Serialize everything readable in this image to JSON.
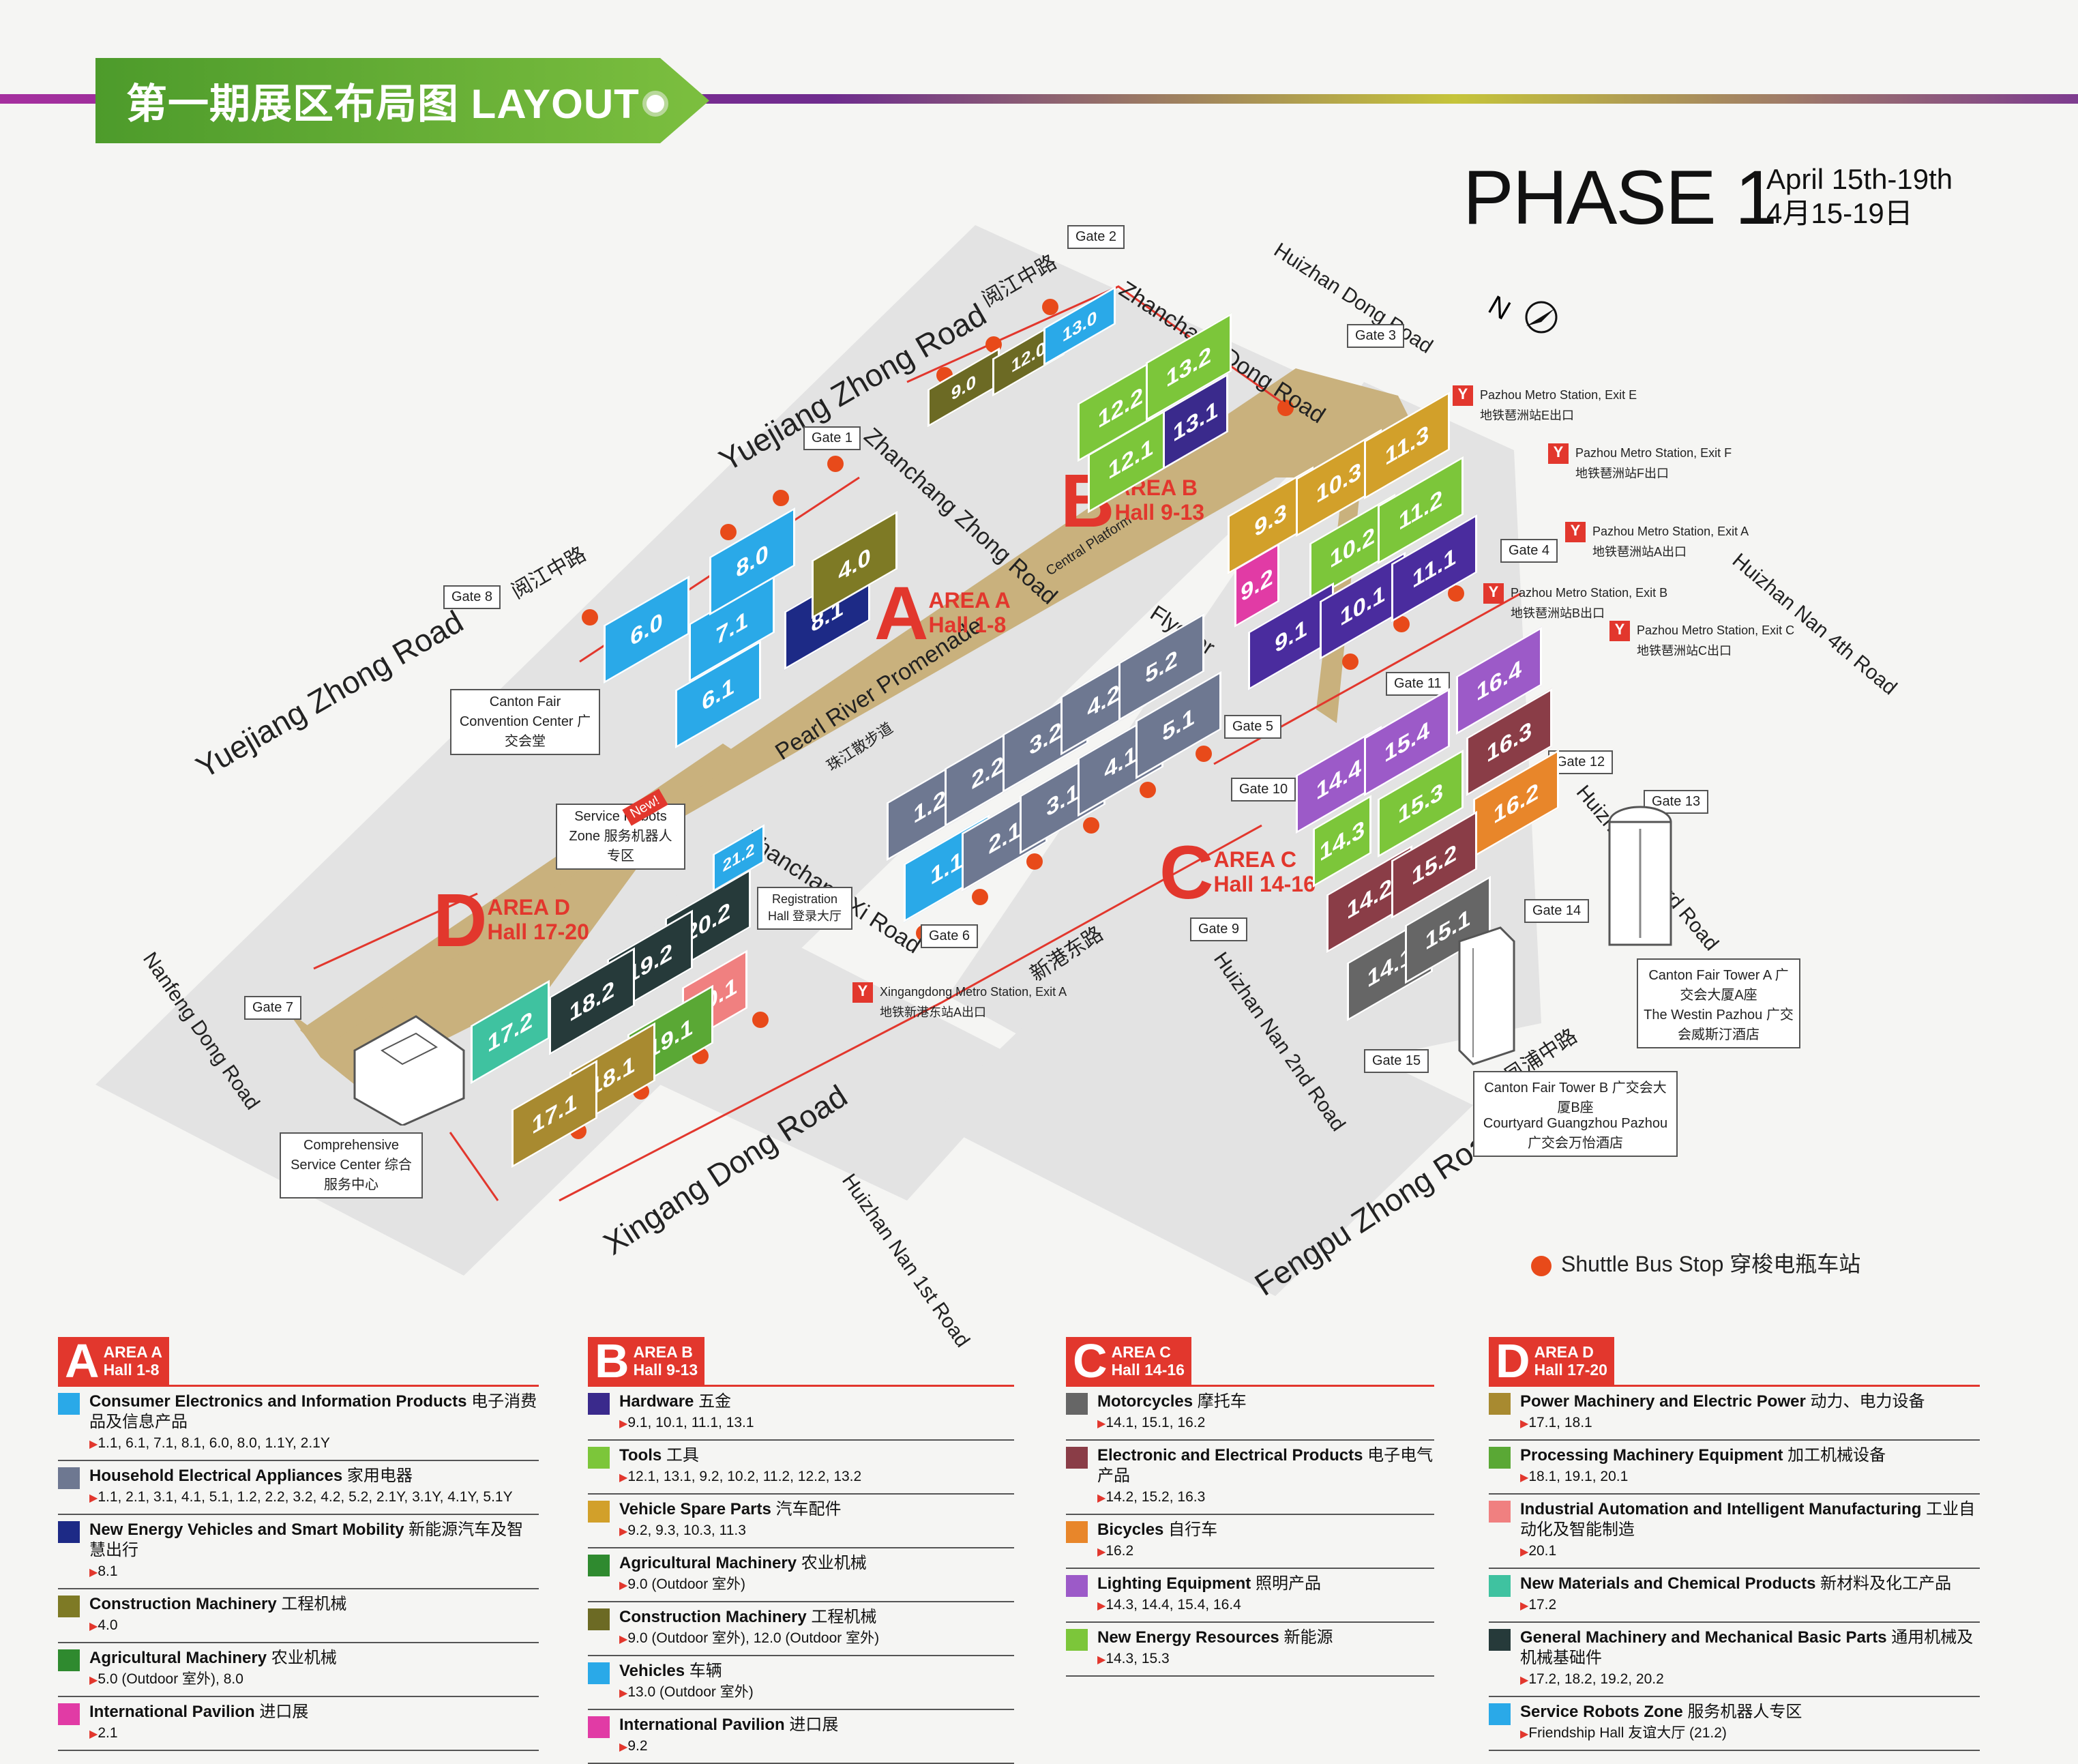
{
  "header": {
    "title": "第一期展区布局图 LAYOUT",
    "phase": "PHASE 1",
    "date_en": "April 15th-19th",
    "date_cn": "4月15-19日"
  },
  "roads": {
    "yuejiang_upper": "Yuejiang Zhong Road",
    "yuejiang_lower": "Yuejiang Zhong Road",
    "yuejiang_cn": "阅江中路",
    "zhanchang_zhong": "Zhanchang Zhong Road",
    "zhanchang_dong": "Zhanchang Dong Road",
    "zhanchang_xi": "Zhanchang Xi Road",
    "huizhan_dong": "Huizhan Dong Road",
    "huizhan_nan4": "Huizhan Nan 4th Road",
    "huizhan_nan3": "Huizhan Nan 3rd Road",
    "huizhan_nan2": "Huizhan Nan 2nd Road",
    "huizhan_nan1": "Huizhan Nan 1st Road",
    "xingang_dong": "Xingang Dong Road",
    "xingang_cn": "新港东路",
    "fengpu_zhong": "Fengpu Zhong Road",
    "fengpu_cn": "凤浦中路",
    "nanfeng_dong": "Nanfeng Dong Road",
    "pearl_river": "Pearl River Promenade",
    "pearl_river_cn": "珠江散步道",
    "flyover": "Flyover",
    "central_platform": "Central Platform"
  },
  "gates": [
    "Gate 1",
    "Gate 2",
    "Gate 3",
    "Gate 4",
    "Gate 5",
    "Gate 6",
    "Gate 7",
    "Gate 8",
    "Gate 9",
    "Gate 10",
    "Gate 11",
    "Gate 12",
    "Gate 13",
    "Gate 14",
    "Gate 15"
  ],
  "areas": {
    "a": {
      "letter": "A",
      "label": "AREA A",
      "halls": "Hall 1-8"
    },
    "b": {
      "letter": "B",
      "label": "AREA B",
      "halls": "Hall 9-13"
    },
    "c": {
      "letter": "C",
      "label": "AREA C",
      "halls": "Hall 14-16"
    },
    "d": {
      "letter": "D",
      "label": "AREA D",
      "halls": "Hall 17-20"
    }
  },
  "halls": [
    {
      "id": "6.0",
      "color": "#2aa9e8"
    },
    {
      "id": "7.1",
      "color": "#2aa9e8"
    },
    {
      "id": "8.1",
      "color": "#1d2a86"
    },
    {
      "id": "6.1",
      "color": "#2aa9e8"
    },
    {
      "id": "8.0",
      "color": "#2aa9e8"
    },
    {
      "id": "4.0",
      "color": "#7e7a25"
    },
    {
      "id": "1.2",
      "color": "#6e7891"
    },
    {
      "id": "2.2",
      "color": "#6e7891"
    },
    {
      "id": "3.2",
      "color": "#6e7891"
    },
    {
      "id": "4.2",
      "color": "#6e7891"
    },
    {
      "id": "5.2",
      "color": "#6e7891"
    },
    {
      "id": "1.1",
      "color": "#2aa9e8"
    },
    {
      "id": "2.1",
      "color": "#6e7891"
    },
    {
      "id": "3.1",
      "color": "#6e7891"
    },
    {
      "id": "4.1",
      "color": "#6e7891"
    },
    {
      "id": "5.1",
      "color": "#6e7891"
    },
    {
      "id": "9.0",
      "color": "#6c6a24"
    },
    {
      "id": "12.0",
      "color": "#6c6a24"
    },
    {
      "id": "13.0",
      "color": "#2aa9e8"
    },
    {
      "id": "12.2",
      "color": "#7cc63a"
    },
    {
      "id": "13.2",
      "color": "#7cc63a"
    },
    {
      "id": "12.1",
      "color": "#7cc63a"
    },
    {
      "id": "13.1",
      "color": "#3a2a8c"
    },
    {
      "id": "9.3",
      "color": "#d2a02a"
    },
    {
      "id": "10.3",
      "color": "#d2a02a"
    },
    {
      "id": "11.3",
      "color": "#d2a02a"
    },
    {
      "id": "9.2",
      "color": "#e13ba5"
    },
    {
      "id": "10.2",
      "color": "#7cc63a"
    },
    {
      "id": "11.2",
      "color": "#7cc63a"
    },
    {
      "id": "9.1",
      "color": "#4a2c9e"
    },
    {
      "id": "10.1",
      "color": "#4a2c9e"
    },
    {
      "id": "11.1",
      "color": "#4a2c9e"
    },
    {
      "id": "16.4",
      "color": "#9c5ac8"
    },
    {
      "id": "16.3",
      "color": "#8a3d47"
    },
    {
      "id": "16.2",
      "color": "#e8862a"
    },
    {
      "id": "14.4",
      "color": "#9c5ac8"
    },
    {
      "id": "15.4",
      "color": "#9c5ac8"
    },
    {
      "id": "14.3",
      "color": "#7cc63a"
    },
    {
      "id": "15.3",
      "color": "#7cc63a"
    },
    {
      "id": "14.2",
      "color": "#8a3d47"
    },
    {
      "id": "15.2",
      "color": "#8a3d47"
    },
    {
      "id": "14.1",
      "color": "#666666"
    },
    {
      "id": "15.1",
      "color": "#666666"
    },
    {
      "id": "21.2",
      "color": "#2aa9e8"
    },
    {
      "id": "20.2",
      "color": "#263a3a"
    },
    {
      "id": "19.2",
      "color": "#263a3a"
    },
    {
      "id": "18.2",
      "color": "#263a3a"
    },
    {
      "id": "17.2",
      "color": "#3fc2a0"
    },
    {
      "id": "20.1",
      "color": "#f08080"
    },
    {
      "id": "19.1",
      "color": "#5aa835"
    },
    {
      "id": "18.1",
      "color": "#a88a30"
    },
    {
      "id": "17.1",
      "color": "#a88a30"
    }
  ],
  "facilities": {
    "convention": "Canton Fair Convention Center 广交会堂",
    "robots": "Service Robots Zone 服务机器人专区",
    "robots_new": "New!",
    "registration": "Registration Hall 登录大厅",
    "comprehensive": "Comprehensive Service Center 综合服务中心",
    "tower_a": "Canton Fair Tower A 广交会大厦A座",
    "westin": "The Westin Pazhou 广交会威斯汀酒店",
    "tower_b": "Canton Fair Tower B 广交会大厦B座",
    "courtyard": "Courtyard Guangzhou Pazhou 广交会万怡酒店"
  },
  "metro": [
    {
      "name": "Pazhou Metro Station, Exit E",
      "cn": "地铁琶洲站E出口"
    },
    {
      "name": "Pazhou Metro Station, Exit F",
      "cn": "地铁琶洲站F出口"
    },
    {
      "name": "Pazhou Metro Station, Exit A",
      "cn": "地铁琶洲站A出口"
    },
    {
      "name": "Pazhou Metro Station, Exit B",
      "cn": "地铁琶洲站B出口"
    },
    {
      "name": "Pazhou Metro Station, Exit C",
      "cn": "地铁琶洲站C出口"
    },
    {
      "name": "Xingangdong Metro Station, Exit A",
      "cn": "地铁新港东站A出口"
    }
  ],
  "shuttle": "Shuttle Bus Stop 穿梭电瓶车站",
  "legend": {
    "a": {
      "rows": [
        {
          "color": "#2aa9e8",
          "name": "Consumer Electronics and Information Products",
          "cn": "电子消费品及信息产品",
          "halls": "1.1, 6.1, 7.1, 8.1, 6.0, 8.0, 1.1Y, 2.1Y"
        },
        {
          "color": "#6e7891",
          "name": "Household Electrical Appliances",
          "cn": "家用电器",
          "halls": "1.1, 2.1, 3.1, 4.1, 5.1, 1.2, 2.2, 3.2, 4.2, 5.2, 2.1Y, 3.1Y, 4.1Y, 5.1Y"
        },
        {
          "color": "#1d2a86",
          "name": "New Energy Vehicles and Smart Mobility",
          "cn": "新能源汽车及智慧出行",
          "halls": "8.1"
        },
        {
          "color": "#7e7a25",
          "name": "Construction Machinery",
          "cn": "工程机械",
          "halls": "4.0"
        },
        {
          "color": "#2f8a2f",
          "name": "Agricultural Machinery",
          "cn": "农业机械",
          "halls": "5.0 (Outdoor 室外), 8.0"
        },
        {
          "color": "#e13ba5",
          "name": "International Pavilion",
          "cn": "进口展",
          "halls": "2.1"
        }
      ]
    },
    "b": {
      "rows": [
        {
          "color": "#3a2a8c",
          "name": "Hardware",
          "cn": "五金",
          "halls": "9.1, 10.1, 11.1, 13.1"
        },
        {
          "color": "#7cc63a",
          "name": "Tools",
          "cn": "工具",
          "halls": "12.1, 13.1, 9.2, 10.2, 11.2, 12.2, 13.2"
        },
        {
          "color": "#d2a02a",
          "name": "Vehicle Spare Parts",
          "cn": "汽车配件",
          "halls": "9.2, 9.3, 10.3, 11.3"
        },
        {
          "color": "#2f8a2f",
          "name": "Agricultural Machinery",
          "cn": "农业机械",
          "halls": "9.0 (Outdoor 室外)"
        },
        {
          "color": "#6c6a24",
          "name": "Construction Machinery",
          "cn": "工程机械",
          "halls": "9.0 (Outdoor 室外), 12.0 (Outdoor 室外)"
        },
        {
          "color": "#2aa9e8",
          "name": "Vehicles",
          "cn": "车辆",
          "halls": "13.0 (Outdoor 室外)"
        },
        {
          "color": "#e13ba5",
          "name": "International Pavilion",
          "cn": "进口展",
          "halls": "9.2"
        }
      ]
    },
    "c": {
      "rows": [
        {
          "color": "#666666",
          "name": "Motorcycles",
          "cn": "摩托车",
          "halls": "14.1, 15.1, 16.2"
        },
        {
          "color": "#8a3d47",
          "name": "Electronic and Electrical Products",
          "cn": "电子电气产品",
          "halls": "14.2, 15.2, 16.3"
        },
        {
          "color": "#e8862a",
          "name": "Bicycles",
          "cn": "自行车",
          "halls": "16.2"
        },
        {
          "color": "#9c5ac8",
          "name": "Lighting Equipment",
          "cn": "照明产品",
          "halls": "14.3, 14.4, 15.4, 16.4"
        },
        {
          "color": "#7cc63a",
          "name": "New Energy Resources",
          "cn": "新能源",
          "halls": "14.3, 15.3"
        }
      ]
    },
    "d": {
      "rows": [
        {
          "color": "#a88a30",
          "name": "Power Machinery and Electric Power",
          "cn": "动力、电力设备",
          "halls": "17.1, 18.1"
        },
        {
          "color": "#5aa835",
          "name": "Processing Machinery Equipment",
          "cn": "加工机械设备",
          "halls": "18.1, 19.1, 20.1"
        },
        {
          "color": "#f08080",
          "name": "Industrial Automation and Intelligent Manufacturing",
          "cn": "工业自动化及智能制造",
          "halls": "20.1"
        },
        {
          "color": "#3fc2a0",
          "name": "New Materials and Chemical Products",
          "cn": "新材料及化工产品",
          "halls": "17.2"
        },
        {
          "color": "#263a3a",
          "name": "General Machinery and Mechanical Basic Parts",
          "cn": "通用机械及机械基础件",
          "halls": "17.2, 18.2, 19.2, 20.2"
        },
        {
          "color": "#2aa9e8",
          "name": "Service Robots Zone",
          "cn": "服务机器人专区",
          "halls": "Friendship Hall 友谊大厅 (21.2)"
        }
      ]
    }
  }
}
